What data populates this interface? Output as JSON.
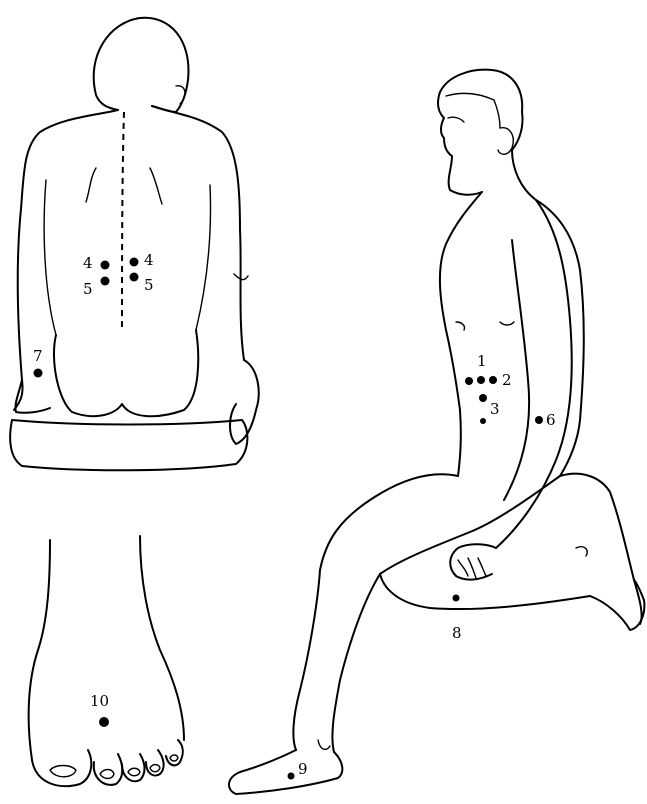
{
  "points": {
    "p1": {
      "label": "1"
    },
    "p2": {
      "label": "2"
    },
    "p3": {
      "label": "3"
    },
    "p4_left": {
      "label": "4"
    },
    "p4_right": {
      "label": "4"
    },
    "p5_left": {
      "label": "5"
    },
    "p5_right": {
      "label": "5"
    },
    "p6": {
      "label": "6"
    },
    "p7": {
      "label": "7"
    },
    "p8": {
      "label": "8"
    },
    "p9": {
      "label": "9"
    },
    "p10": {
      "label": "10"
    }
  },
  "colors": {
    "ink": "#000000",
    "paper": "#ffffff"
  }
}
